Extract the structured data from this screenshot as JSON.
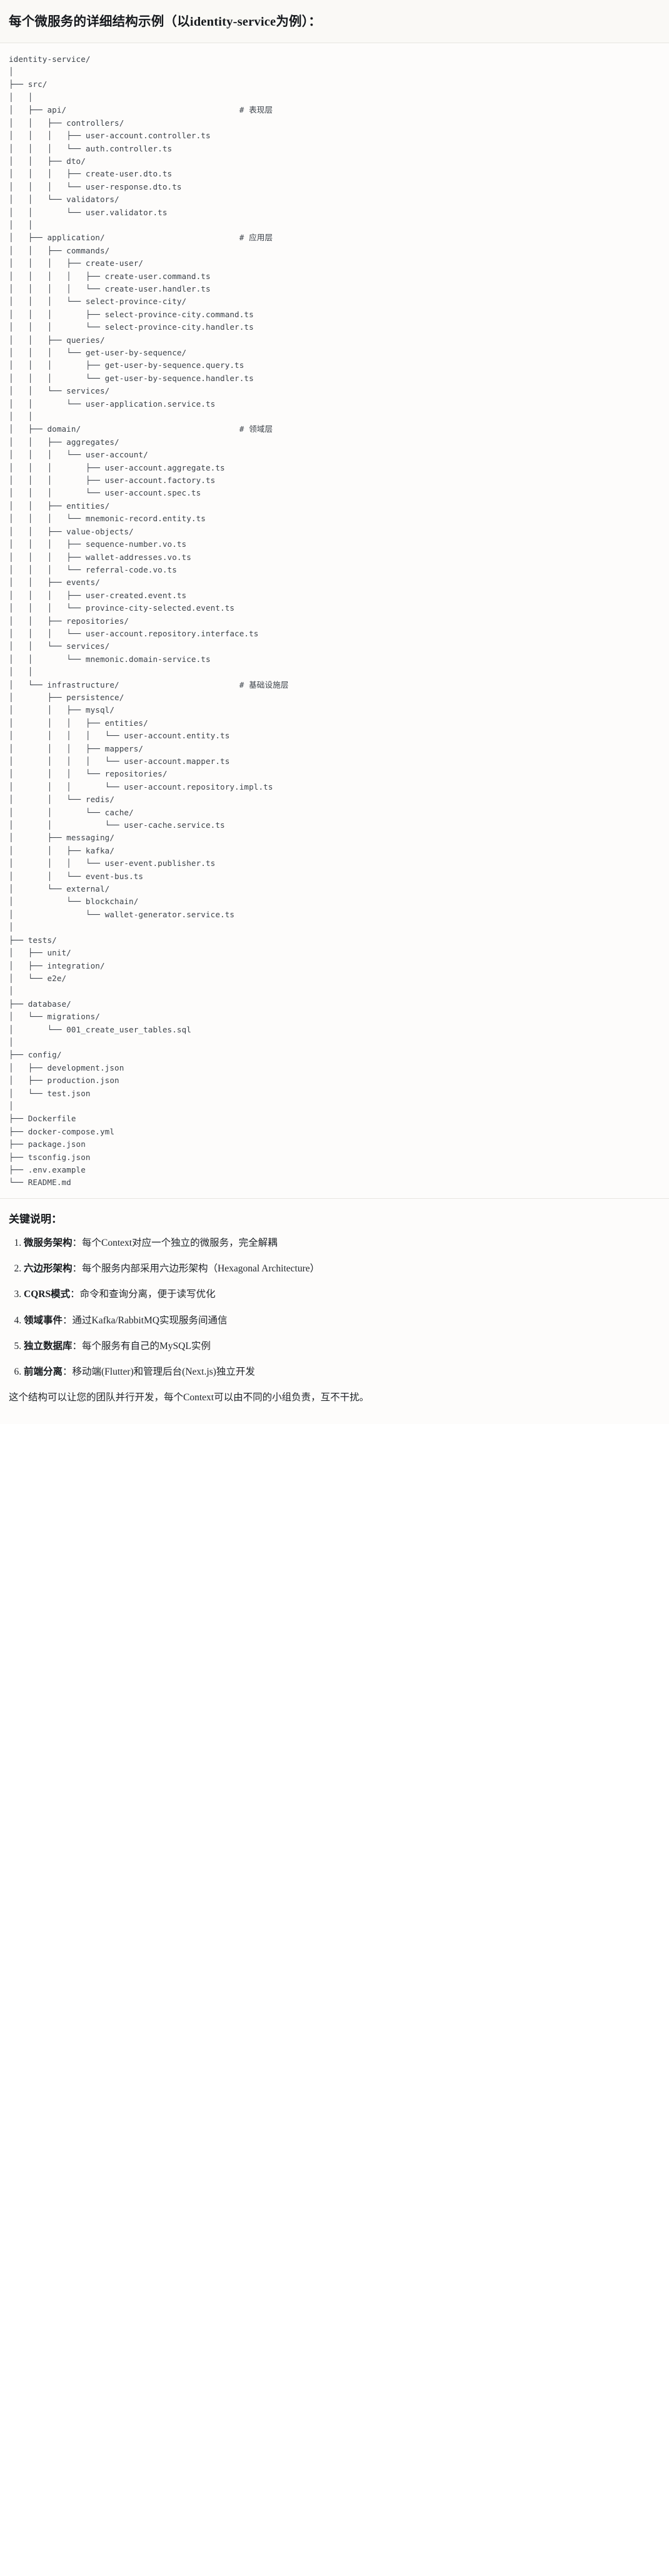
{
  "heading": {
    "title": "每个微服务的详细结构示例（以identity-service为例）："
  },
  "tree": {
    "root": "identity-service/",
    "comments": {
      "api": "# 表现层",
      "application": "# 应用层",
      "domain": "# 领域层",
      "infrastructure": "# 基础设施层"
    },
    "text": "identity-service/\n│\n├── src/\n│   │\n│   ├── api/                                    # 表现层\n│   │   ├── controllers/\n│   │   │   ├── user-account.controller.ts\n│   │   │   └── auth.controller.ts\n│   │   ├── dto/\n│   │   │   ├── create-user.dto.ts\n│   │   │   └── user-response.dto.ts\n│   │   └── validators/\n│   │       └── user.validator.ts\n│   │\n│   ├── application/                            # 应用层\n│   │   ├── commands/\n│   │   │   ├── create-user/\n│   │   │   │   ├── create-user.command.ts\n│   │   │   │   └── create-user.handler.ts\n│   │   │   └── select-province-city/\n│   │   │       ├── select-province-city.command.ts\n│   │   │       └── select-province-city.handler.ts\n│   │   ├── queries/\n│   │   │   └── get-user-by-sequence/\n│   │   │       ├── get-user-by-sequence.query.ts\n│   │   │       └── get-user-by-sequence.handler.ts\n│   │   └── services/\n│   │       └── user-application.service.ts\n│   │\n│   ├── domain/                                 # 领域层\n│   │   ├── aggregates/\n│   │   │   └── user-account/\n│   │   │       ├── user-account.aggregate.ts\n│   │   │       ├── user-account.factory.ts\n│   │   │       └── user-account.spec.ts\n│   │   ├── entities/\n│   │   │   └── mnemonic-record.entity.ts\n│   │   ├── value-objects/\n│   │   │   ├── sequence-number.vo.ts\n│   │   │   ├── wallet-addresses.vo.ts\n│   │   │   └── referral-code.vo.ts\n│   │   ├── events/\n│   │   │   ├── user-created.event.ts\n│   │   │   └── province-city-selected.event.ts\n│   │   ├── repositories/\n│   │   │   └── user-account.repository.interface.ts\n│   │   └── services/\n│   │       └── mnemonic.domain-service.ts\n│   │\n│   └── infrastructure/                         # 基础设施层\n│       ├── persistence/\n│       │   ├── mysql/\n│       │   │   ├── entities/\n│       │   │   │   └── user-account.entity.ts\n│       │   │   ├── mappers/\n│       │   │   │   └── user-account.mapper.ts\n│       │   │   └── repositories/\n│       │   │       └── user-account.repository.impl.ts\n│       │   └── redis/\n│       │       └── cache/\n│       │           └── user-cache.service.ts\n│       ├── messaging/\n│       │   ├── kafka/\n│       │   │   └── user-event.publisher.ts\n│       │   └── event-bus.ts\n│       └── external/\n│           └── blockchain/\n│               └── wallet-generator.service.ts\n│\n├── tests/\n│   ├── unit/\n│   ├── integration/\n│   └── e2e/\n│\n├── database/\n│   └── migrations/\n│       └── 001_create_user_tables.sql\n│\n├── config/\n│   ├── development.json\n│   ├── production.json\n│   └── test.json\n│\n├── Dockerfile\n├── docker-compose.yml\n├── package.json\n├── tsconfig.json\n├── .env.example\n└── README.md"
  },
  "notes": {
    "title": "关键说明：",
    "items": [
      {
        "term": "微服务架构",
        "desc": "：每个Context对应一个独立的微服务，完全解耦"
      },
      {
        "term": "六边形架构",
        "desc": "：每个服务内部采用六边形架构（Hexagonal Architecture）"
      },
      {
        "term": "CQRS模式",
        "desc": "：命令和查询分离，便于读写优化"
      },
      {
        "term": "领域事件",
        "desc": "：通过Kafka/RabbitMQ实现服务间通信"
      },
      {
        "term": "独立数据库",
        "desc": "：每个服务有自己的MySQL实例"
      },
      {
        "term": "前端分离",
        "desc": "：移动端(Flutter)和管理后台(Next.js)独立开发"
      }
    ],
    "closing": "这个结构可以让您的团队并行开发，每个Context可以由不同的小组负责，互不干扰。"
  }
}
